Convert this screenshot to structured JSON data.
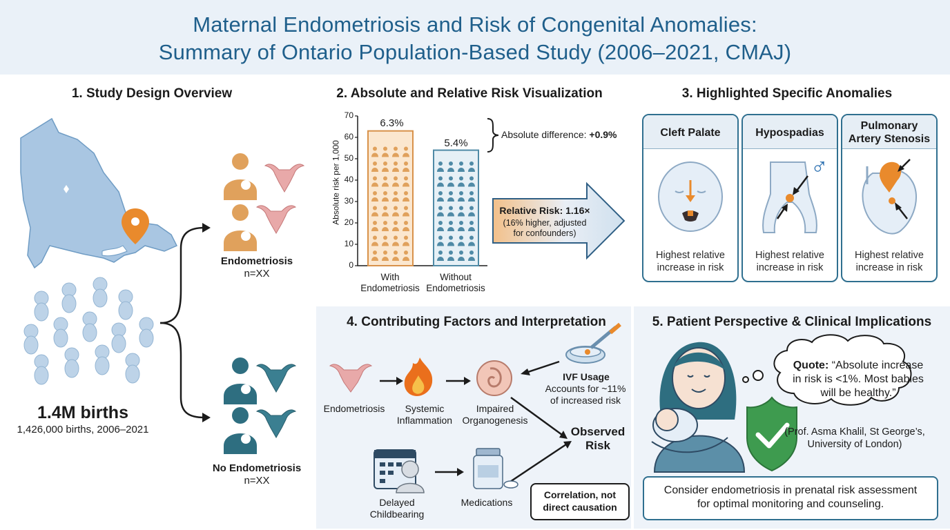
{
  "title_line1": "Maternal Endometriosis and Risk of Congenital Anomalies:",
  "title_line2": "Summary of Ontario Population-Based Study (2006–2021, CMAJ)",
  "sections": {
    "s1": "1. Study Design Overview",
    "s2": "2. Absolute and Relative Risk Visualization",
    "s3": "3. Highlighted Specific Anomalies",
    "s4": "4. Contributing Factors and Interpretation",
    "s5": "5. Patient Perspective & Clinical Implications"
  },
  "study": {
    "births_big": "1.4M births",
    "births_detail": "1,426,000 births, 2006–2021",
    "group1": "Endometriosis",
    "group1_n": "n=XX",
    "group2": "No Endometriosis",
    "group2_n": "n=XX"
  },
  "chart_data": {
    "type": "bar",
    "categories": [
      "With Endometriosis",
      "Without Endometriosis"
    ],
    "category_lines": [
      [
        "With",
        "Endometriosis"
      ],
      [
        "Without",
        "Endometriosis"
      ]
    ],
    "values": [
      63,
      54
    ],
    "data_labels": [
      "6.3%",
      "5.4%"
    ],
    "ylabel": "Absolute risk per 1,000",
    "ylim": [
      0,
      70
    ],
    "yticks": [
      0,
      10,
      20,
      30,
      40,
      50,
      60,
      70
    ],
    "colors": [
      "#e0a15c",
      "#4f8aa6"
    ],
    "diff_label": "Absolute difference: ",
    "diff_value": "+0.9%",
    "rr_label": "Relative Risk: 1.16×",
    "rr_note1": "(16% higher, adjusted",
    "rr_note2": "for confounders)"
  },
  "anomalies": [
    {
      "title1": "Cleft Palate",
      "title2": "",
      "foot1": "Highest relative",
      "foot2": "increase in risk"
    },
    {
      "title1": "Hypospadias",
      "title2": "",
      "foot1": "Highest relative",
      "foot2": "increase in risk"
    },
    {
      "title1": "Pulmonary",
      "title2": "Artery Stenosis",
      "foot1": "Highest relative",
      "foot2": "increase in risk"
    }
  ],
  "factors": {
    "endo": "Endometriosis",
    "inflam1": "Systemic",
    "inflam2": "Inflammation",
    "organ1": "Impaired",
    "organ2": "Organogenesis",
    "ivf_title": "IVF Usage",
    "ivf1": "Accounts for ~11%",
    "ivf2": "of increased risk",
    "observed1": "Observed",
    "observed2": "Risk",
    "delay1": "Delayed",
    "delay2": "Childbearing",
    "meds": "Medications",
    "corr1": "Correlation, not",
    "corr2": "direct causation"
  },
  "patient": {
    "quote_label": "Quote:",
    "quote1": " “Absolute increase",
    "quote2": "in risk is <1%. Most babies",
    "quote3": "will be healthy.”",
    "attrib1": "(Prof. Asma Khalil, St George’s,",
    "attrib2": "University of London)",
    "implication1": "Consider endometriosis in prenatal risk assessment",
    "implication2": "for optimal monitoring and counseling."
  },
  "colors": {
    "title": "#1f5f8b",
    "orange": "#e0a15c",
    "teal": "#2e6e80",
    "blue_light": "#b9d1e6",
    "green": "#3e9b4f"
  }
}
